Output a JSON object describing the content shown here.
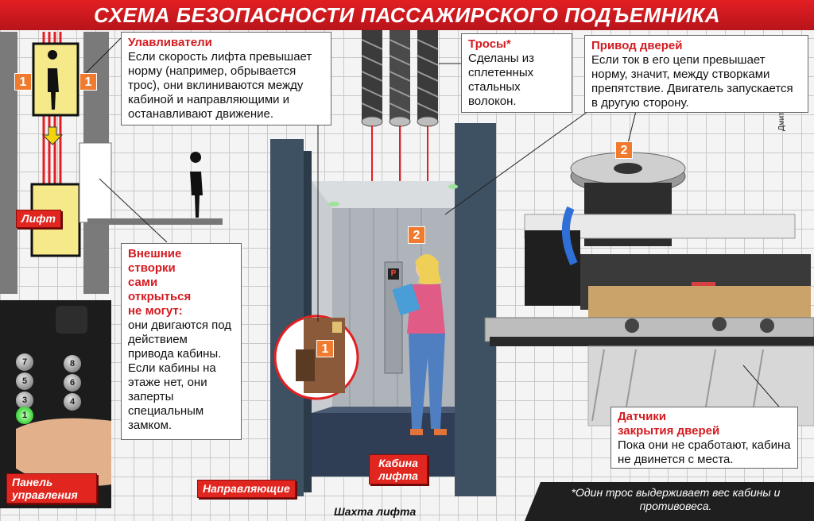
{
  "title": "СХЕМА БЕЗОПАСНОСТИ ПАССАЖИРСКОГО ПОДЪЕМНИКА",
  "callouts": {
    "catchers": {
      "title": "Улавливатели",
      "text": "Если скорость лифта превышает норму (например, обрывается трос), они вклиниваются между кабиной и направляющими и останавливают движение."
    },
    "ropes": {
      "title": "Тросы*",
      "text": "Сделаны из сплетенных стальных волокон."
    },
    "door_drive": {
      "title": "Привод дверей",
      "text": "Если ток в его цепи превышает норму, значит, между створками препятствие. Двигатель запускается в другую сторону."
    },
    "outer_doors": {
      "title": "Внешние створки сами открыться не могут:",
      "text": "они двигаются под действием привода кабины. Если кабины на этаже нет, они заперты специальным замком."
    },
    "sensors": {
      "title": "Датчики закрытия дверей",
      "text": "Пока они не сработают, кабина не двинется с места."
    }
  },
  "labels": {
    "lift": "Лифт",
    "panel": "Панель управления",
    "guides": "Направляющие",
    "cabin": "Кабина лифта",
    "shaft": "Шахта лифта",
    "author": "Дмитрий ПОЛУХИН"
  },
  "footnote": "*Один трос выдерживает вес кабины и противовеса.",
  "markers": {
    "one": "1",
    "two": "2"
  },
  "panel_buttons": [
    "7",
    "8",
    "5",
    "6",
    "3",
    "4",
    "1"
  ],
  "cabin_display": "P",
  "colors": {
    "accent_red": "#e21f23",
    "marker_orange": "#f07a2d",
    "box_border": "#666666"
  }
}
